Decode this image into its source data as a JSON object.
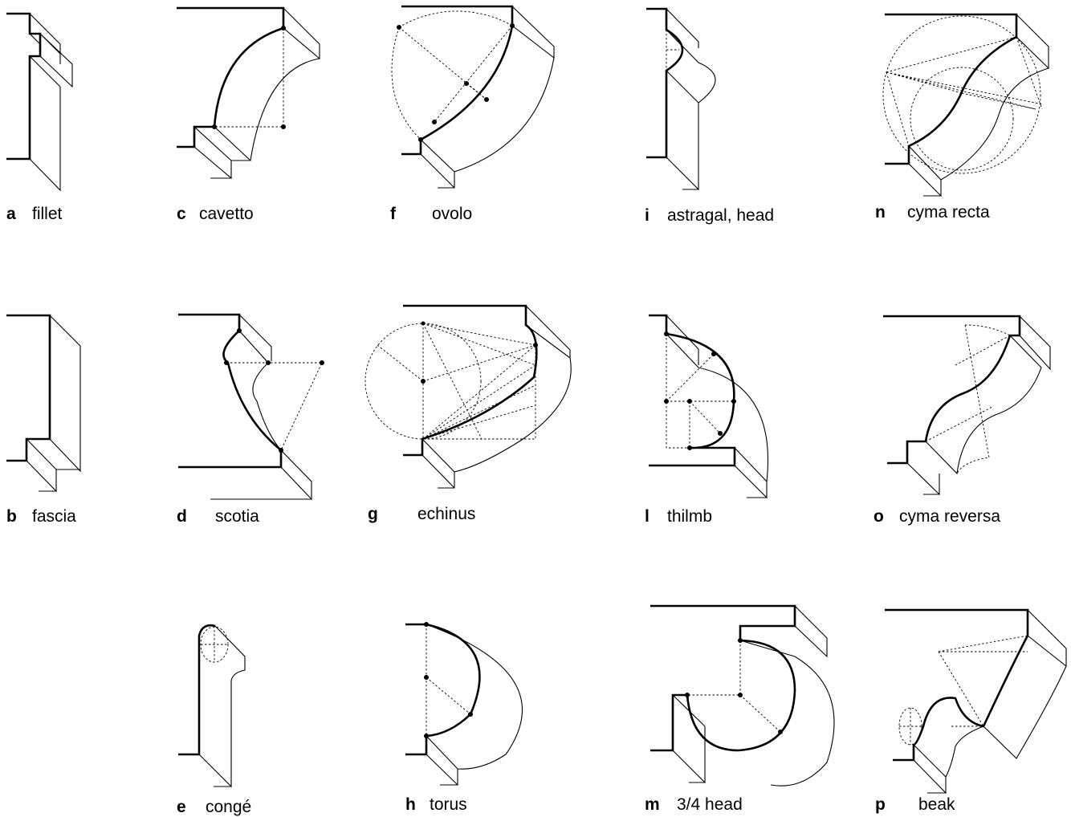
{
  "figure": {
    "mouldings": [
      {
        "id": "a",
        "letter": "a",
        "name": "fillet"
      },
      {
        "id": "b",
        "letter": "b",
        "name": "fascia"
      },
      {
        "id": "c",
        "letter": "c",
        "name": "cavetto"
      },
      {
        "id": "d",
        "letter": "d",
        "name": "scotia"
      },
      {
        "id": "e",
        "letter": "e",
        "name": "congé"
      },
      {
        "id": "f",
        "letter": "f",
        "name": "ovolo"
      },
      {
        "id": "g",
        "letter": "g",
        "name": "echinus"
      },
      {
        "id": "h",
        "letter": "h",
        "name": "torus"
      },
      {
        "id": "i",
        "letter": "i",
        "name": "astragal, head"
      },
      {
        "id": "l",
        "letter": "l",
        "name": "thilmb"
      },
      {
        "id": "m",
        "letter": "m",
        "name": "3/4 head"
      },
      {
        "id": "n",
        "letter": "n",
        "name": "cyma recta"
      },
      {
        "id": "o",
        "letter": "o",
        "name": "cyma reversa"
      },
      {
        "id": "p",
        "letter": "p",
        "name": "beak"
      }
    ]
  }
}
